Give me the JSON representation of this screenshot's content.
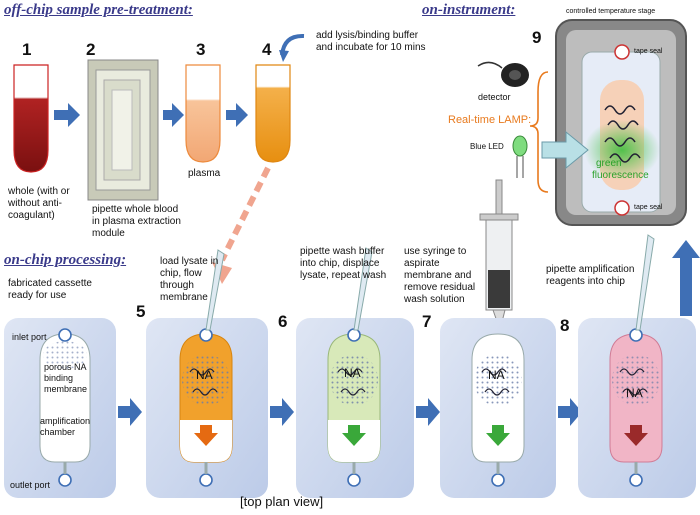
{
  "sections": {
    "off_chip": "off-chip sample pre-treatment:",
    "on_instrument": "on-instrument:",
    "on_chip": "on-chip processing:"
  },
  "steps": {
    "s1": {
      "num": "1",
      "caption": "whole (with or without anti-coagulant)"
    },
    "s2": {
      "num": "2",
      "caption": "pipette whole blood in plasma extraction module"
    },
    "s3": {
      "num": "3",
      "caption": "plasma"
    },
    "s4": {
      "num": "4",
      "caption": "add lysis/binding buffer and incubate for 10 mins"
    },
    "s5": {
      "num": "5",
      "caption": "load lysate in chip, flow through membrane"
    },
    "s6": {
      "num": "6",
      "caption": "pipette wash buffer into chip, displace lysate, repeat wash"
    },
    "s7": {
      "num": "7",
      "caption": "use syringe to aspirate membrane and remove residual wash solution"
    },
    "s8": {
      "num": "8",
      "caption": "pipette amplification reagents into chip"
    },
    "s9": {
      "num": "9"
    }
  },
  "cassette": {
    "ready": "fabricated cassette ready for use",
    "inlet": "inlet port",
    "membrane": "porous NA binding membrane",
    "chamber": "amplification chamber",
    "outlet": "outlet port"
  },
  "na_label": "NA",
  "instrument": {
    "stage": "controlled temperature stage",
    "tape_top": "tape seal",
    "tape_bottom": "tape seal",
    "detector": "detector",
    "lamp": "Real-time LAMP:",
    "led": "Blue LED",
    "fluor_1": "green",
    "fluor_2": "fluorescence"
  },
  "footer": "[top plan view]",
  "colors": {
    "section": "#3a3a8a",
    "arrow": "#3f6fb5",
    "blood": "#9a1c1c",
    "plasma": "#f6b98c",
    "lysate": "#e99412",
    "wash": "#d8e9b9",
    "amp": "#f1b5c6",
    "chip_bg": "#c9d5ec",
    "lamp": "#e87a1e",
    "green": "#2aa12a"
  }
}
